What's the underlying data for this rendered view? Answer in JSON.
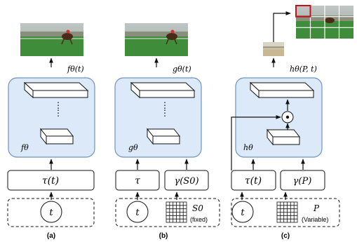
{
  "panels": [
    {
      "caption": "(a)",
      "network_label": "fθ",
      "output_label": "fθ(t)",
      "encoding_box": "τ(t)",
      "inputs": {
        "time": "t"
      }
    },
    {
      "caption": "(b)",
      "network_label": "gθ",
      "output_label": "gθ(t)",
      "encoding_boxes": [
        "τ",
        "γ(S0)"
      ],
      "inputs": {
        "time": "t",
        "grid_label": "S0",
        "grid_note": "(fixed)"
      }
    },
    {
      "caption": "(c)",
      "network_label": "hθ",
      "output_label": "hθ(P, t)",
      "encoding_boxes": [
        "τ(t)",
        "γ(P)"
      ],
      "inputs": {
        "time": "t",
        "grid_label": "P",
        "grid_note": "(Variable)"
      },
      "operator": "⊙"
    }
  ],
  "colors": {
    "network_fill": "#dce9f8",
    "network_stroke": "#6f93bd",
    "grass": "#3f8c3a",
    "highlight": "#c0141c"
  }
}
